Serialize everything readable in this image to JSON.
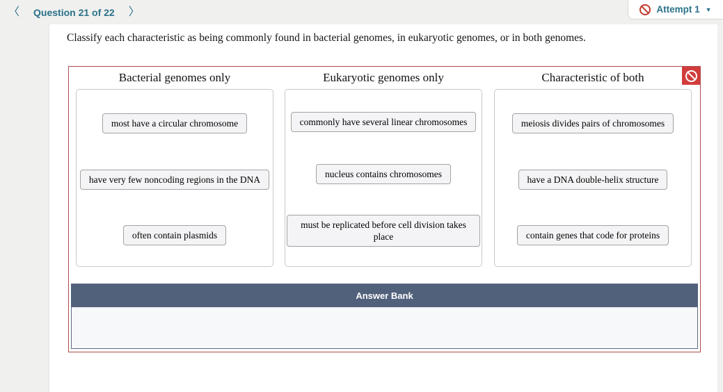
{
  "topbar": {
    "prev_icon": "〈",
    "next_icon": "〉",
    "question_nav": "Question 21 of 22",
    "attempt": {
      "label": "Attempt 1",
      "caret_icon": "▼",
      "blocked_icon_name": "no-symbol-icon"
    }
  },
  "question": {
    "prompt": "Classify each characteristic as being commonly found in bacterial genomes, in eukaryotic genomes, or in both genomes."
  },
  "sorting": {
    "blocked_badge_icon_name": "no-symbol-icon",
    "columns": [
      {
        "title": "Bacterial genomes only",
        "items": [
          "most have a circular chromosome",
          "have very few noncoding regions in the DNA",
          "often contain plasmids"
        ]
      },
      {
        "title": "Eukaryotic genomes only",
        "items": [
          "commonly have several linear chromosomes",
          "nucleus contains chromosomes",
          "must be replicated before cell division takes place"
        ]
      },
      {
        "title": "Characteristic of both",
        "items": [
          "meiosis divides pairs of chromosomes",
          "have a DNA double-helix structure",
          "contain genes that code for proteins"
        ]
      }
    ]
  },
  "answer_bank": {
    "title": "Answer Bank"
  },
  "colors": {
    "accent_teal": "#2a7189",
    "badge_red": "#d23c3c",
    "blocked_icon_red": "#c0392b",
    "workarea_border_red": "#ab4b4b",
    "bank_header_slate": "#52617b",
    "chip_background": "#f4f4f6",
    "page_background": "#f0f0ee"
  }
}
